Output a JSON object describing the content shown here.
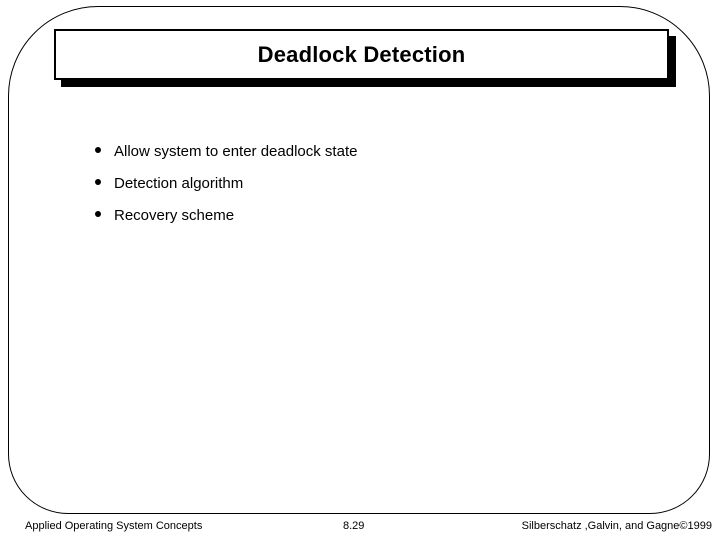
{
  "slide": {
    "title": "Deadlock Detection",
    "bullets": [
      "Allow system to enter deadlock state",
      "Detection algorithm",
      "Recovery scheme"
    ],
    "footer": {
      "left": "Applied Operating System Concepts",
      "page": "8.29",
      "right": "Silberschatz ,Galvin, and Gagne©1999"
    },
    "colors": {
      "background": "#ffffff",
      "border": "#000000",
      "text": "#000000",
      "shadow": "#000000"
    }
  }
}
